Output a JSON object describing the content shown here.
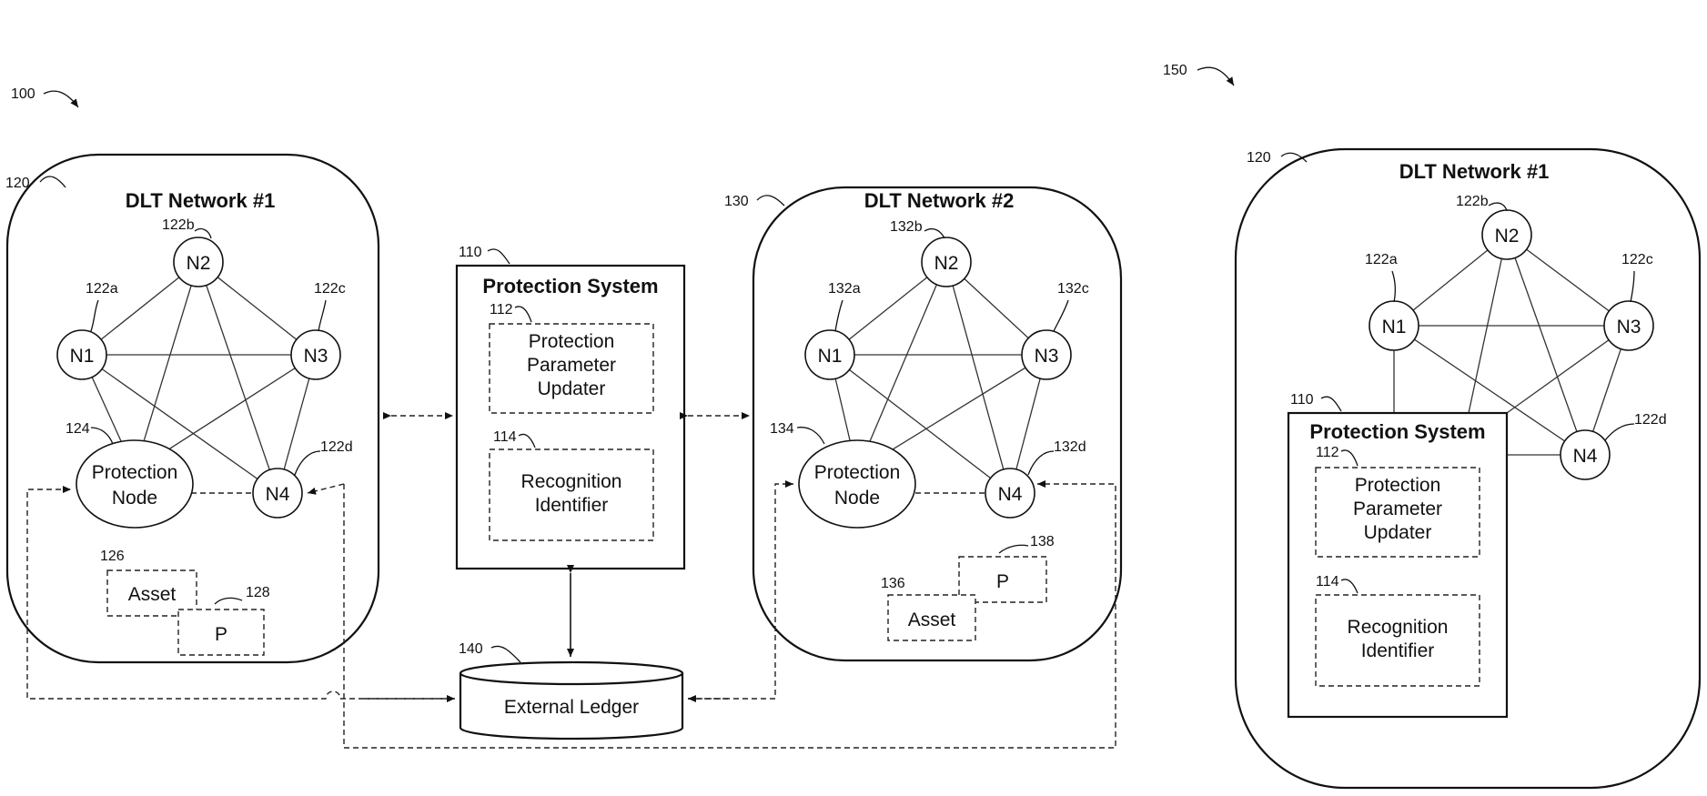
{
  "figure_refs": {
    "fig_a": "100",
    "fig_b": "150"
  },
  "left": {
    "net1": {
      "ref": "120",
      "title": "DLT Network #1",
      "nodes": [
        {
          "ref": "122a",
          "label": "N1"
        },
        {
          "ref": "122b",
          "label": "N2"
        },
        {
          "ref": "122c",
          "label": "N3"
        },
        {
          "ref": "122d",
          "label": "N4"
        }
      ],
      "protection_node": {
        "ref": "124",
        "line1": "Protection",
        "line2": "Node"
      },
      "asset": {
        "ref": "126",
        "label": "Asset"
      },
      "p": {
        "ref": "128",
        "label": "P"
      }
    },
    "protection_system": {
      "ref": "110",
      "title": "Protection System",
      "updater": {
        "ref": "112",
        "line1": "Protection",
        "line2": "Parameter",
        "line3": "Updater"
      },
      "recognizer": {
        "ref": "114",
        "line1": "Recognition",
        "line2": "Identifier"
      }
    },
    "net2": {
      "ref": "130",
      "title": "DLT Network #2",
      "nodes": [
        {
          "ref": "132a",
          "label": "N1"
        },
        {
          "ref": "132b",
          "label": "N2"
        },
        {
          "ref": "132c",
          "label": "N3"
        },
        {
          "ref": "132d",
          "label": "N4"
        }
      ],
      "protection_node": {
        "ref": "134",
        "line1": "Protection",
        "line2": "Node"
      },
      "asset": {
        "ref": "136",
        "label": "Asset"
      },
      "p": {
        "ref": "138",
        "label": "P"
      }
    },
    "ledger": {
      "ref": "140",
      "label": "External Ledger"
    }
  },
  "right": {
    "net1": {
      "ref": "120",
      "title": "DLT Network #1",
      "nodes": [
        {
          "ref": "122a",
          "label": "N1"
        },
        {
          "ref": "122b",
          "label": "N2"
        },
        {
          "ref": "122c",
          "label": "N3"
        },
        {
          "ref": "122d",
          "label": "N4"
        }
      ]
    },
    "protection_system": {
      "ref": "110",
      "title": "Protection System",
      "updater": {
        "ref": "112",
        "line1": "Protection",
        "line2": "Parameter",
        "line3": "Updater"
      },
      "recognizer": {
        "ref": "114",
        "line1": "Recognition",
        "line2": "Identifier"
      }
    }
  }
}
